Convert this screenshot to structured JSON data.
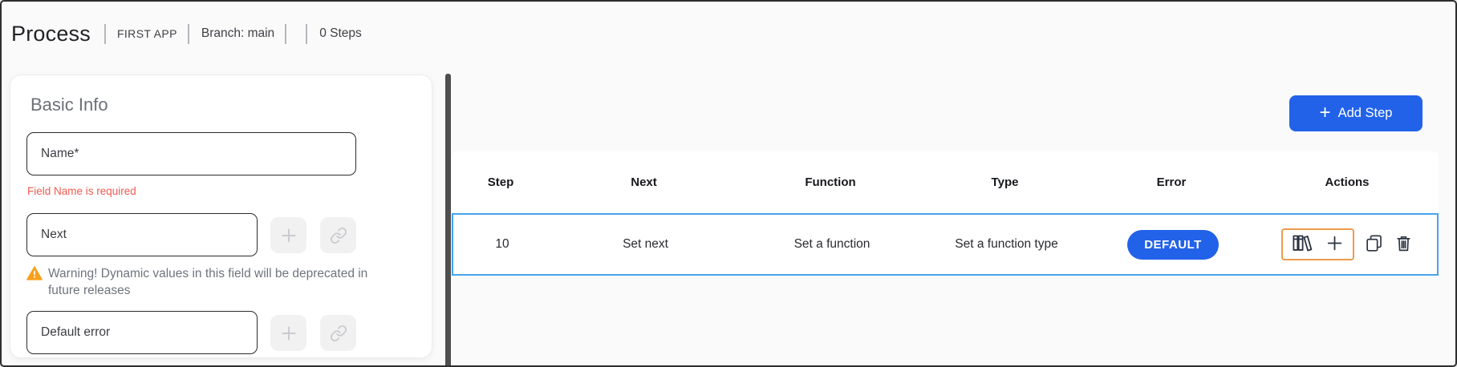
{
  "header": {
    "title": "Process",
    "app_name": "FIRST APP",
    "branch": "Branch: main",
    "steps_count": "0 Steps"
  },
  "basic_info": {
    "title": "Basic Info",
    "name_field": {
      "label": "Name*",
      "error": "Field Name is required"
    },
    "next_field": {
      "label": "Next"
    },
    "warning_text": "Warning! Dynamic values in this field will be deprecated in future releases",
    "default_error_field": {
      "label": "Default error"
    }
  },
  "toolbar": {
    "add_step_label": "Add Step",
    "plus_glyph": "+"
  },
  "table": {
    "columns": [
      "Step",
      "Next",
      "Function",
      "Type",
      "Error",
      "Actions"
    ],
    "rows": [
      {
        "step": "10",
        "next": "Set next",
        "function": "Set a function",
        "type": "Set a function type",
        "error_badge": "DEFAULT"
      }
    ]
  },
  "icons": {
    "library": "library-icon",
    "add": "plus-icon",
    "copy": "copy-icon",
    "delete": "trash-icon",
    "link": "link-icon",
    "warning": "warning-triangle-icon"
  },
  "colors": {
    "accent_blue": "#2262e9",
    "row_highlight_blue": "#45a4ee",
    "action_highlight_orange": "#ec9b4e",
    "warning_orange": "#f9a11b",
    "error_red": "#f25a50",
    "divider_gray": "#4e4e4e"
  }
}
